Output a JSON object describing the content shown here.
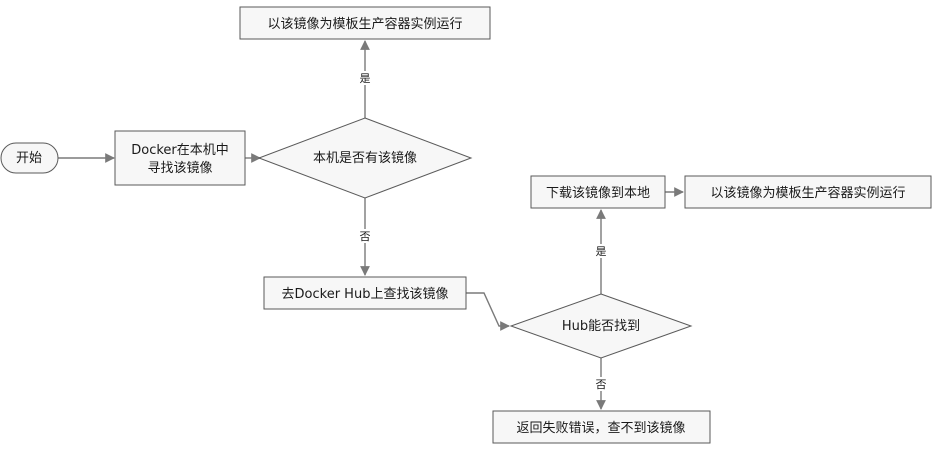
{
  "nodes": {
    "start": "开始",
    "local_search": [
      "Docker在本机中",
      "寻找该镜像"
    ],
    "local_decision": "本机是否有该镜像",
    "run_local": "以该镜像为模板生产容器实例运行",
    "hub_search": "去Docker Hub上查找该镜像",
    "hub_decision": "Hub能否找到",
    "download": "下载该镜像到本地",
    "run_hub": "以该镜像为模板生产容器实例运行",
    "error": "返回失败错误，查不到该镜像"
  },
  "edge_labels": {
    "local_yes": "是",
    "local_no": "否",
    "hub_yes": "是",
    "hub_no": "否"
  },
  "colors": {
    "node_fill": "#f7f7f7",
    "node_stroke": "#5a5a5a",
    "edge": "#7a7a7a",
    "text": "#1a1a1a"
  }
}
